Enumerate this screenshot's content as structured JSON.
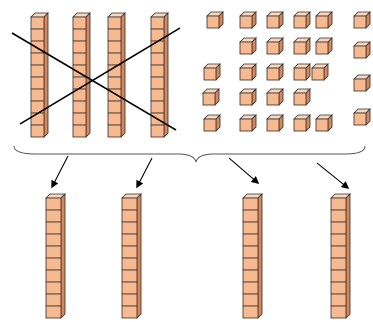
{
  "colors": {
    "cube_face": "#F7B98F",
    "cube_top": "#FCD7BC",
    "cube_side": "#D9875A",
    "outline": "#2B2B2B",
    "cross_line": "#000000",
    "brace": "#555555",
    "arrow": "#000000",
    "background": "#FFFFFF"
  },
  "diagram": {
    "top_group": {
      "crossed_rods": 4,
      "cubes_per_rod": 10,
      "unit_cube_columns": [
        {
          "count": 4
        },
        {
          "count": 5
        },
        {
          "count": 5
        },
        {
          "count": 5
        },
        {
          "count": 4
        }
      ],
      "lone_cubes": 4,
      "crossed_out": true
    },
    "braces": 1,
    "arrows": 4,
    "bottom_group": {
      "rods": 4,
      "cubes_per_rod": 10
    }
  }
}
